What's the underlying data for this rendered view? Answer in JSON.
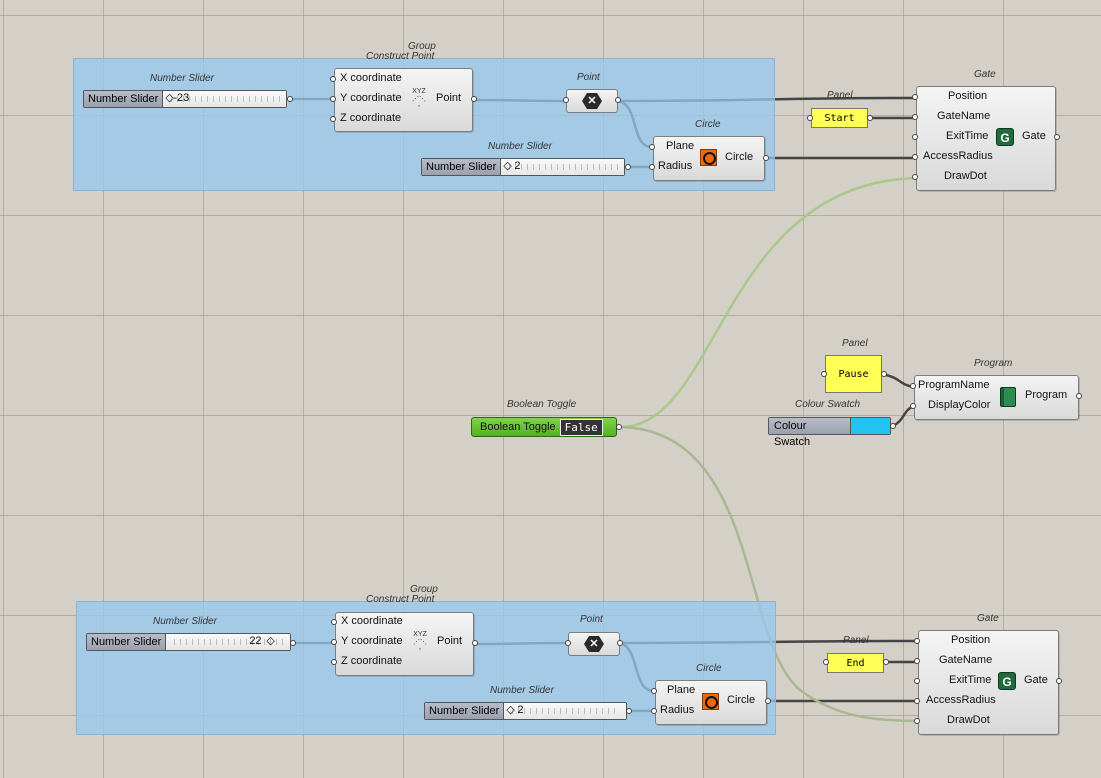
{
  "colors": {
    "group": "#96c8f0",
    "panel": "#ffff55",
    "toggle": "#66c22c",
    "swatch": "#22c3f0",
    "wire": "#444444",
    "wire_bool": "#8cc63f"
  },
  "upper": {
    "group_title": "Group",
    "cp_title": "Construct Point",
    "slider_title": "Number Slider",
    "slider_name": "Number Slider",
    "slider_value": "-23",
    "cp_in": [
      "X coordinate",
      "Y coordinate",
      "Z coordinate"
    ],
    "cp_out": "Point",
    "point_title": "Point",
    "circle_title": "Circle",
    "circle_in": [
      "Plane",
      "Radius"
    ],
    "circle_out": "Circle",
    "radius_title": "Number Slider",
    "radius_name": "Number Slider",
    "radius_value": "2",
    "panel_title": "Panel",
    "panel_text": "Start",
    "gate_title": "Gate",
    "gate_in": [
      "Position",
      "GateName",
      "ExitTime",
      "AccessRadius",
      "DrawDot"
    ],
    "gate_out": "Gate"
  },
  "lower": {
    "group_title": "Group",
    "cp_title": "Construct Point",
    "slider_title": "Number Slider",
    "slider_name": "Number Slider",
    "slider_value": "22",
    "cp_in": [
      "X coordinate",
      "Y coordinate",
      "Z coordinate"
    ],
    "cp_out": "Point",
    "point_title": "Point",
    "circle_title": "Circle",
    "circle_in": [
      "Plane",
      "Radius"
    ],
    "circle_out": "Circle",
    "radius_title": "Number Slider",
    "radius_name": "Number Slider",
    "radius_value": "2",
    "panel_title": "Panel",
    "panel_text": "End",
    "gate_title": "Gate",
    "gate_in": [
      "Position",
      "GateName",
      "ExitTime",
      "AccessRadius",
      "DrawDot"
    ],
    "gate_out": "Gate"
  },
  "middle": {
    "toggle_title": "Boolean Toggle",
    "toggle_name": "Boolean Toggle",
    "toggle_value": "False",
    "pause_title": "Panel",
    "pause_text": "Pause",
    "swatch_title": "Colour Swatch",
    "swatch_name": "Colour Swatch",
    "program_title": "Program",
    "program_in": [
      "ProgramName",
      "DisplayColor"
    ],
    "program_out": "Program"
  },
  "icons": {
    "xyz": "XYZ",
    "point": "x-hex-icon",
    "circle": "circle-icon",
    "gate": "G",
    "program": "book-icon"
  }
}
